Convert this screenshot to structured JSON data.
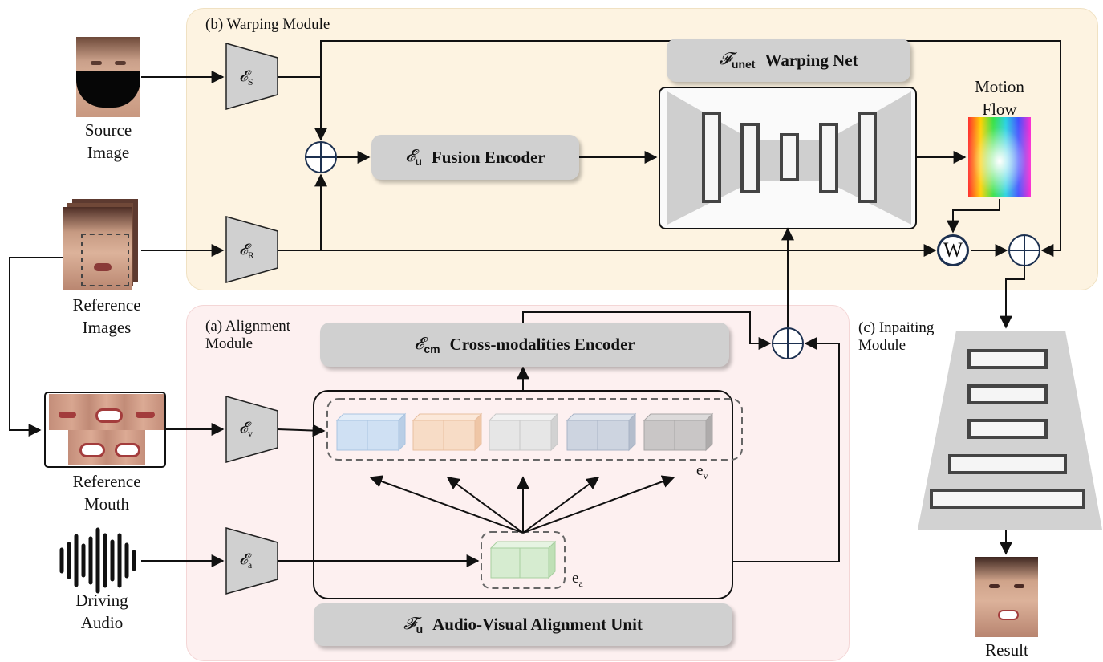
{
  "panels": {
    "warping": "(b) Warping Module",
    "alignment": "(a) Alignment\nModule",
    "inpainting": "(c) Inpaiting\nModule"
  },
  "inputs": {
    "source": "Source\nImage",
    "reference_images": "Reference\nImages",
    "reference_mouth": "Reference\nMouth",
    "driving_audio": "Driving\nAudio",
    "result": "Result"
  },
  "encoders": {
    "s": {
      "symbol": "𝓔",
      "sub": "S"
    },
    "r": {
      "symbol": "𝓔",
      "sub": "R"
    },
    "v": {
      "symbol": "𝓔",
      "sub": "v"
    },
    "a": {
      "symbol": "𝓔",
      "sub": "a"
    }
  },
  "boxes": {
    "warping_net": {
      "symbol": "𝓕",
      "sub": "unet",
      "label": "Warping Net"
    },
    "fusion_encoder": {
      "symbol": "𝓔",
      "sub": "u",
      "label": "Fusion Encoder"
    },
    "cross_modal": {
      "symbol": "𝓔",
      "sub": "cm",
      "label": "Cross-modalities Encoder"
    },
    "av_unit": {
      "symbol": "𝓕",
      "sub": "u",
      "label": "Audio-Visual Alignment Unit"
    }
  },
  "motion_flow": "Motion\nFlow",
  "warp_op": "W",
  "embeddings": {
    "ev": {
      "e": "e",
      "sub": "v"
    },
    "ea": {
      "e": "e",
      "sub": "a"
    }
  },
  "colors": {
    "warp_panel": "#fdf3e1",
    "align_panel": "#fdf0f0",
    "cube_blue": "#cfe0f3",
    "cube_orange": "#f7dcc6",
    "cube_light": "#e6e6e6",
    "cube_slate": "#cdd4e0",
    "cube_grey": "#c9c6c6",
    "cube_green": "#d6ecd0"
  }
}
